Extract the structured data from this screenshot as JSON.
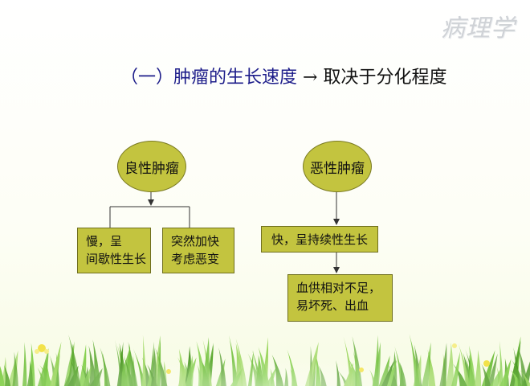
{
  "header": {
    "corner_title": "病理学",
    "title_main": "（一）肿瘤的生长速度",
    "title_arrow": "→",
    "title_sub": "取决于分化程度"
  },
  "diagram": {
    "benign": {
      "node": "良性肿瘤",
      "children": [
        {
          "lines": [
            "慢，呈",
            "间歇性生长"
          ]
        },
        {
          "lines": [
            "突然加快",
            "考虑恶变"
          ]
        }
      ]
    },
    "malignant": {
      "node": "恶性肿瘤",
      "step": "快，呈持续性生长",
      "result": {
        "lines": [
          "血供相对不足，",
          "易坏死、出血"
        ]
      }
    }
  },
  "colors": {
    "node_fill": "#c3c43f",
    "title_blue": "#1d1d8a",
    "corner_title_gray": "#cfd2d6",
    "grass_green": "#7cc443"
  }
}
